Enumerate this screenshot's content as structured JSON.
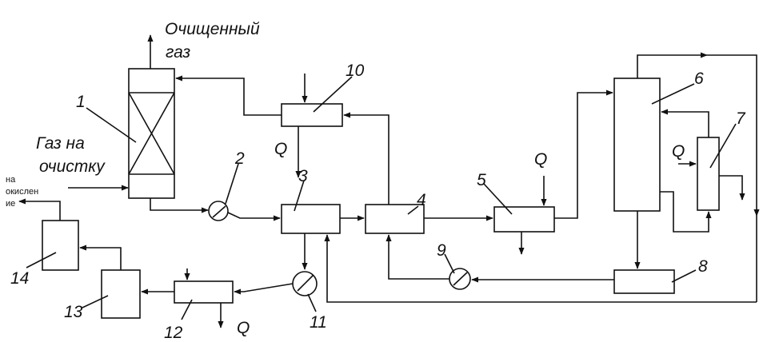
{
  "texts": {
    "clean_gas_1": "Очищенный",
    "clean_gas_2": "газ",
    "inlet_gas_1": "Газ на",
    "inlet_gas_2": "очистку",
    "to_oxidation_1": "на",
    "to_oxidation_2": "окислен",
    "to_oxidation_3": "ие",
    "q": "Q"
  },
  "numbers": {
    "n1": "1",
    "n2": "2",
    "n3": "3",
    "n4": "4",
    "n5": "5",
    "n6": "6",
    "n7": "7",
    "n8": "8",
    "n9": "9",
    "n10": "10",
    "n11": "11",
    "n12": "12",
    "n13": "13",
    "n14": "14"
  }
}
